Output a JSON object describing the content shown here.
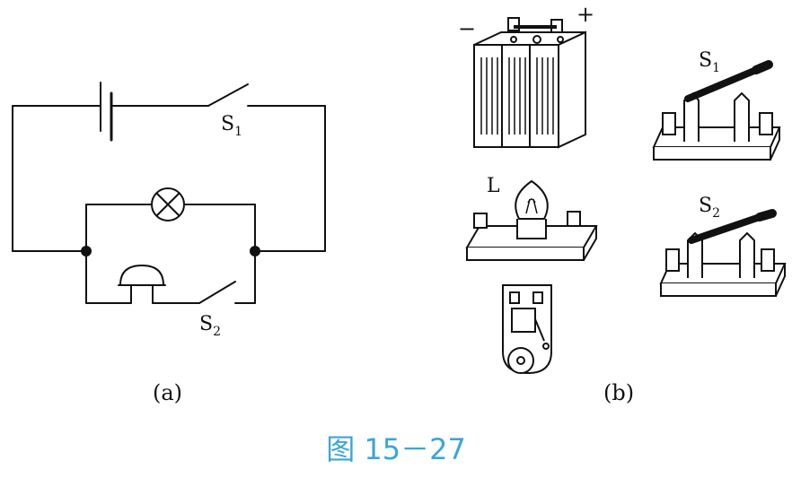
{
  "labels": {
    "s1_circuit": "S",
    "s1_circuit_sub": "1",
    "s2_circuit": "S",
    "s2_circuit_sub": "2",
    "part_a": "(a)",
    "part_b": "(b)",
    "battery_minus": "−",
    "battery_plus": "+",
    "lamp_label": "L",
    "s1_device": "S",
    "s1_device_sub": "1",
    "s2_device": "S",
    "s2_device_sub": "2",
    "figure_caption": "图 15－27"
  },
  "colors": {
    "line": "#111111",
    "caption": "#3aa6d8"
  }
}
